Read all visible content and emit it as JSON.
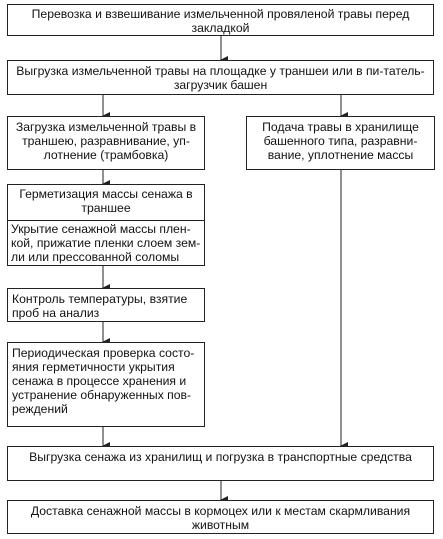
{
  "boxes": {
    "transport": "Перевозка и взвешивание измельченной провяленой травы перед закладкой",
    "unload_area": "Выгрузка измельченной травы на площадке у траншеи или в пи-татель-загрузчик башен",
    "trench_load": "Загрузка измельченной травы в траншею, разравнивание, уп-лотнение (трамбовка)",
    "tower_feed": "Подача травы в хранилище башенного типа, разравни-вание, уплотнение массы",
    "sealing": "Герметизация массы сенажа в траншее",
    "covering": "Укрытие сенажной массы плен-кой, прижатие пленки слоем зем-ли или прессованной соломы",
    "temperature": "Контроль температуры, взятие проб на анализ",
    "inspection": "Периодическая проверка состо-яния герметичности укрытия сенажа в процессе хранения и устранение обнаруженных пов-реждений",
    "unload_storage": "Выгрузка сенажа из хранилищ и погрузка в транспортные средства",
    "delivery": "Доставка сенажной массы в кормоцех или к местам скармливания животным"
  }
}
